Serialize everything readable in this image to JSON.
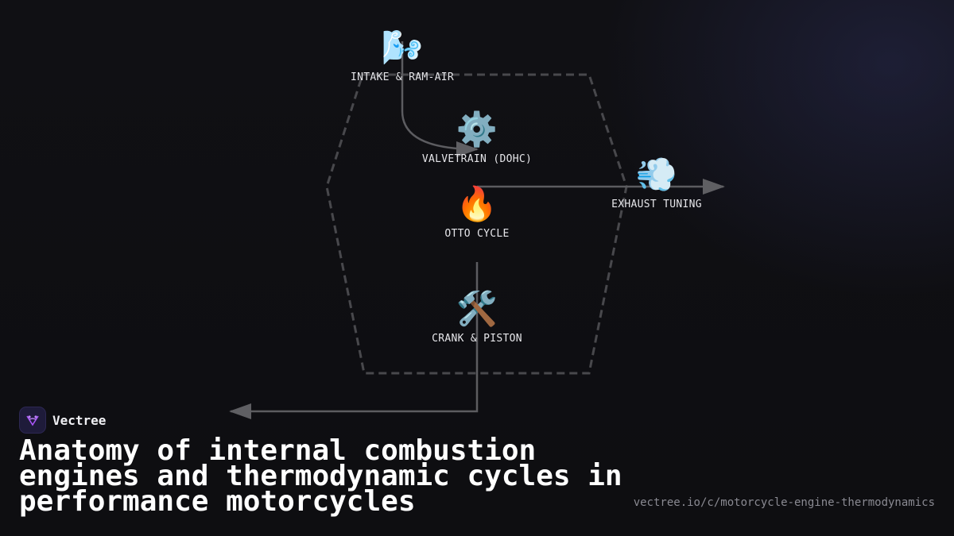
{
  "nodes": {
    "intake": {
      "icon": "🌬️",
      "icon_name": "wind-face-icon",
      "label": "INTAKE & RAM-AIR"
    },
    "valvetrain": {
      "icon": "⚙️",
      "icon_name": "gear-icon",
      "label": "VALVETRAIN (DOHC)"
    },
    "otto": {
      "icon": "🔥",
      "icon_name": "fire-icon",
      "label": "OTTO CYCLE"
    },
    "exhaust": {
      "icon": "💨",
      "icon_name": "dash-icon",
      "label": "EXHAUST TUNING"
    },
    "crank": {
      "icon": "🛠️",
      "icon_name": "hammer-wrench-icon",
      "label": "CRANK & PISTON"
    }
  },
  "brand": {
    "name": "Vectree",
    "logo_icon": "vectree-logo-icon"
  },
  "title": "Anatomy of internal combustion engines and thermodynamic cycles in performance motorcycles",
  "url": "vectree.io/c/motorcycle-engine-thermodynamics",
  "colors": {
    "background": "#101014",
    "edge": "#5a5a5e",
    "arrow": "#6a6a6e",
    "hexagon": "#444448",
    "logo_bg": "#1e1b3a",
    "logo_accent": "#a855f7"
  }
}
